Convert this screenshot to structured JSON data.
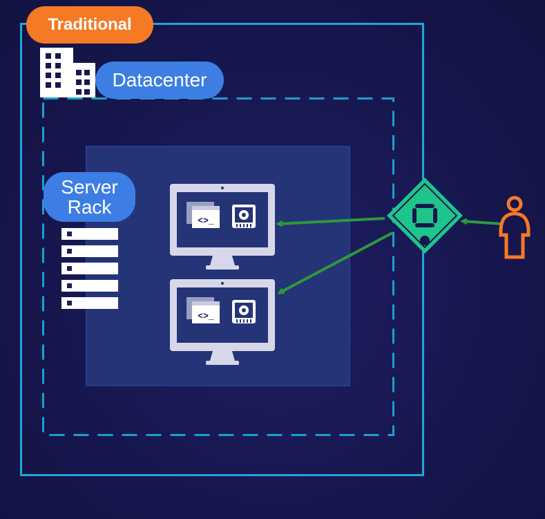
{
  "labels": {
    "traditional": "Traditional",
    "datacenter": "Datacenter",
    "server_rack_line1": "Server",
    "server_rack_line2": "Rack"
  },
  "colors": {
    "background": "#17174f",
    "outer_border": "#1fa8d6",
    "dashed_border": "#1b9fd1",
    "inner_region": "#253477",
    "orange": "#f47a26",
    "blue_pill": "#3d7ee5",
    "arrow_green": "#2c9a3c",
    "router_green": "#1fc48a",
    "monitor_gray": "#d6d8ea"
  },
  "icons": [
    "building-icon",
    "server-rack-icon",
    "monitor-icon",
    "code-terminal-icon",
    "settings-chip-icon",
    "router-icon",
    "user-icon"
  ]
}
